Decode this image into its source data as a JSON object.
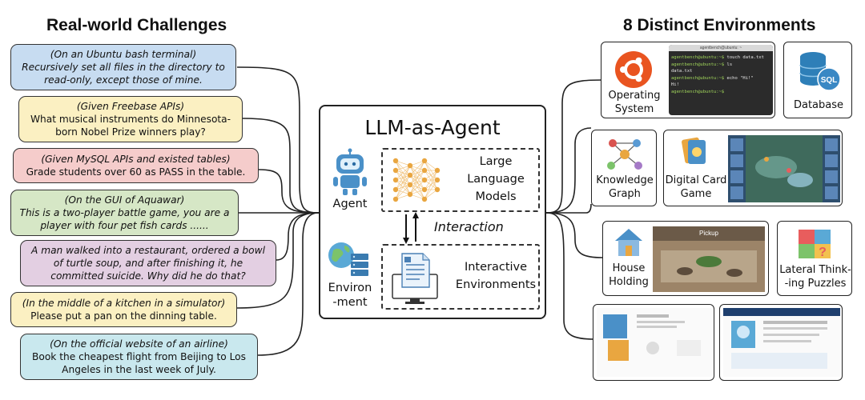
{
  "headings": {
    "left": "Real-world Challenges",
    "right": "8 Distinct Environments"
  },
  "challenges": [
    {
      "context": "(On an Ubuntu bash terminal)",
      "task": "Recursively set all files in the directory to read-only, except those of mine.",
      "color": "#c7dcf1"
    },
    {
      "context": "(Given Freebase APIs)",
      "task": "What musical instruments do Minnesota-born Nobel Prize winners play?",
      "color": "#fbf0c2"
    },
    {
      "context": "(Given MySQL APIs and existed tables)",
      "task": "Grade students over 60 as PASS in the table.",
      "color": "#f5cccb"
    },
    {
      "context": "(On the GUI of Aquawar)",
      "task": "This is a two-player battle game, you are a player with four pet fish cards ......",
      "color": "#d6e7c6"
    },
    {
      "context": "",
      "task": "A man walked into a restaurant, ordered a bowl of turtle soup, and after finishing it, he committed suicide. Why did he do that?",
      "color": "#e3cfe2"
    },
    {
      "context": "(In the middle of a kitchen in a simulator)",
      "task": "Please put a pan on the dinning table.",
      "color": "#fbf0c2"
    },
    {
      "context": "(On the official website of an airline)",
      "task": "Book the cheapest flight from Beijing to Los Angeles in the last week of July.",
      "color": "#c9e8ee"
    }
  ],
  "center": {
    "title": "LLM-as-Agent",
    "agent_label": "Agent",
    "environment_label_1": "Environ",
    "environment_label_2": "-ment",
    "llm_label_1": "Large",
    "llm_label_2": "Language",
    "llm_label_3": "Models",
    "env_box_label_1": "Interactive",
    "env_box_label_2": "Environments",
    "interaction_label": "Interaction"
  },
  "environments": {
    "os_1": "Operating",
    "os_2": "System",
    "db": "Database",
    "sql_icon_text": "SQL",
    "kg_1": "Knowledge",
    "kg_2": "Graph",
    "dcg_1": "Digital Card",
    "dcg_2": "Game",
    "hh_1": "House",
    "hh_2": "Holding",
    "pickup_text": "Pickup",
    "lt_1": "Lateral Think-",
    "lt_2": "-ing Puzzles",
    "question_mark": "?"
  },
  "terminal": {
    "title": "agentbench@ubuntu: ~",
    "lines": [
      {
        "prompt": "agentbench@ubuntu:~$",
        "cmd": " touch data.txt"
      },
      {
        "prompt": "agentbench@ubuntu:~$",
        "cmd": " ls"
      },
      {
        "prompt": "",
        "cmd": "data.txt"
      },
      {
        "prompt": "agentbench@ubuntu:~$",
        "cmd": " echo \"Hi!\""
      },
      {
        "prompt": "",
        "cmd": "Hi!"
      },
      {
        "prompt": "agentbench@ubuntu:~$",
        "cmd": ""
      }
    ]
  },
  "colors": {
    "ubuntu": "#e95420",
    "robot": "#4a90c8",
    "database": "#2e7fb8",
    "wire": "#222222"
  }
}
